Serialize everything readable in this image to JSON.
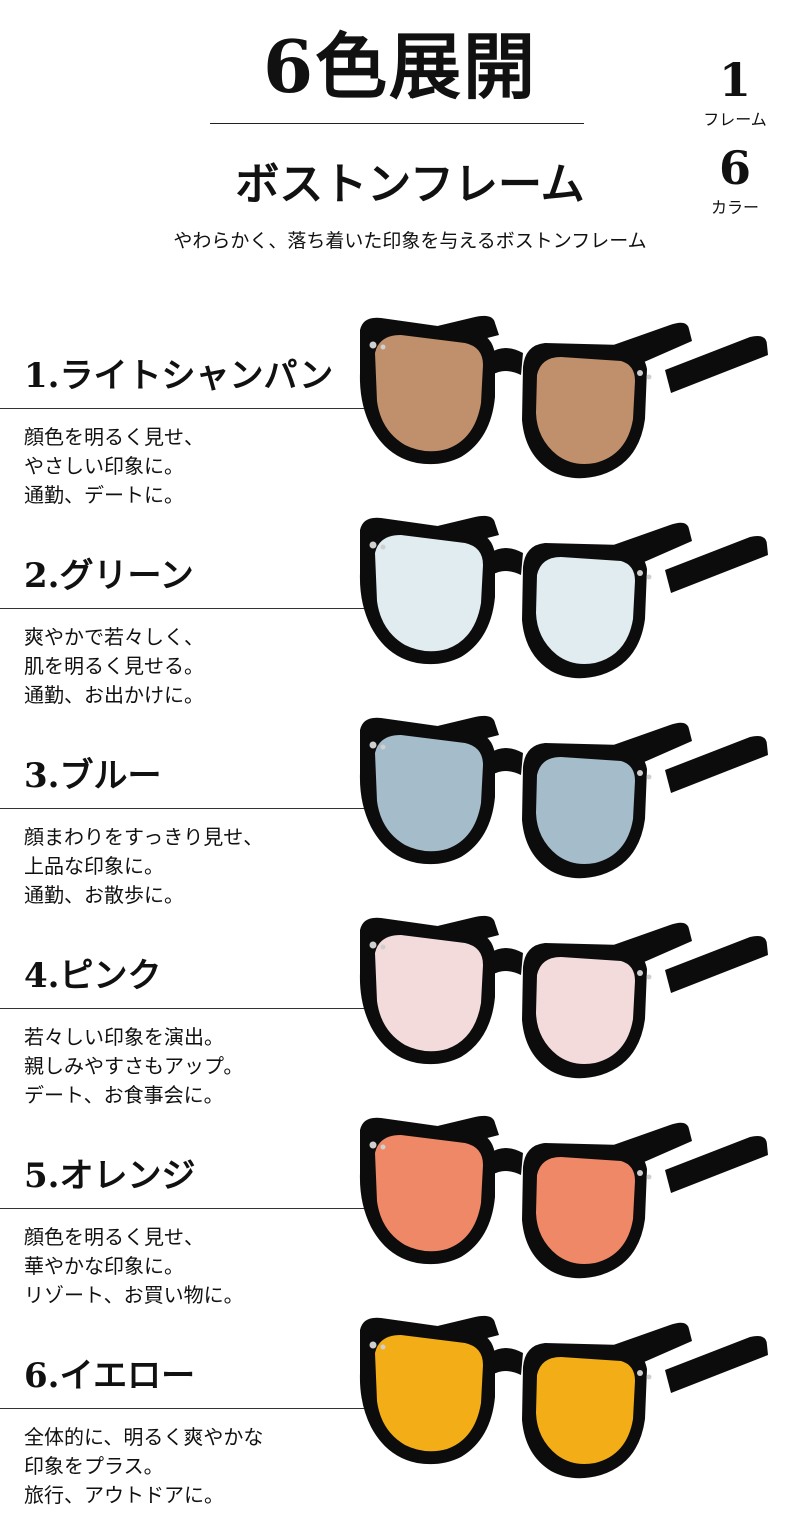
{
  "header": {
    "headline": "6色展開",
    "subtitle": "ボストンフレーム",
    "tagline": "やわらかく、落ち着いた印象を与えるボストンフレーム"
  },
  "spec": {
    "frame_count": "1",
    "frame_label": "フレーム",
    "color_count": "6",
    "color_label": "カラー"
  },
  "items": [
    {
      "title": "1.ライトシャンパン",
      "lines": [
        "顔色を明るく見せ、",
        "やさしい印象に。",
        "通勤、デートに。"
      ],
      "lens_color": "#c0906c"
    },
    {
      "title": "2.グリーン",
      "lines": [
        "爽やかで若々しく、",
        "肌を明るく見せる。",
        "通勤、お出かけに。"
      ],
      "lens_color": "#e1ecf0"
    },
    {
      "title": "3.ブルー",
      "lines": [
        "顔まわりをすっきり見せ、",
        "上品な印象に。",
        "通勤、お散歩に。"
      ],
      "lens_color": "#a5bccb"
    },
    {
      "title": "4.ピンク",
      "lines": [
        "若々しい印象を演出。",
        "親しみやすさもアップ。",
        "デート、お食事会に。"
      ],
      "lens_color": "#f3dbdc"
    },
    {
      "title": "5.オレンジ",
      "lines": [
        "顔色を明るく見せ、",
        "華やかな印象に。",
        "リゾート、お買い物に。"
      ],
      "lens_color": "#ee8866"
    },
    {
      "title": "6.イエロー",
      "lines": [
        "全体的に、明るく爽やかな",
        "印象をプラス。",
        "旅行、アウトドアに。"
      ],
      "lens_color": "#f3ad16"
    }
  ]
}
